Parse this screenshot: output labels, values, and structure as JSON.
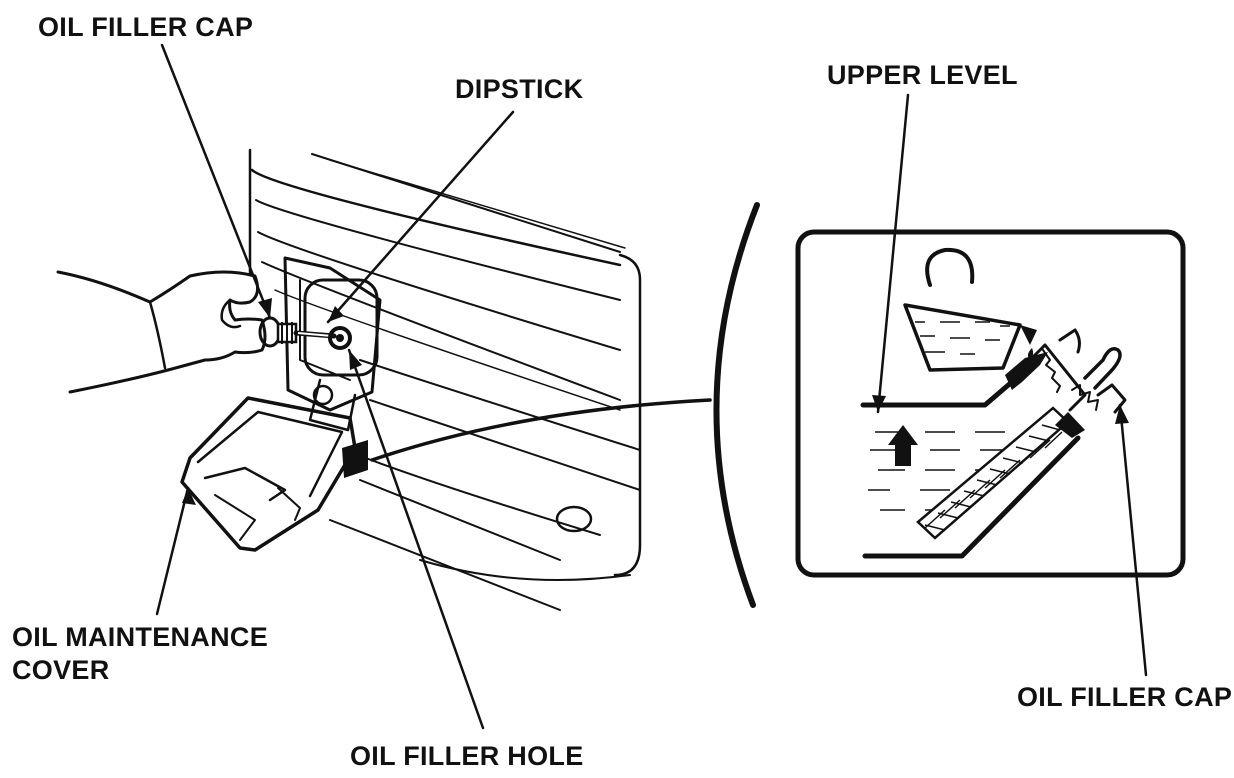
{
  "labels": {
    "oil_filler_cap_top": "OIL FILLER CAP",
    "dipstick": "DIPSTICK",
    "upper_level": "UPPER LEVEL",
    "oil_maintenance_cover_line1": "OIL MAINTENANCE",
    "oil_maintenance_cover_line2": "COVER",
    "oil_filler_hole": "OIL FILLER HOLE",
    "oil_filler_cap_right": "OIL FILLER CAP"
  }
}
